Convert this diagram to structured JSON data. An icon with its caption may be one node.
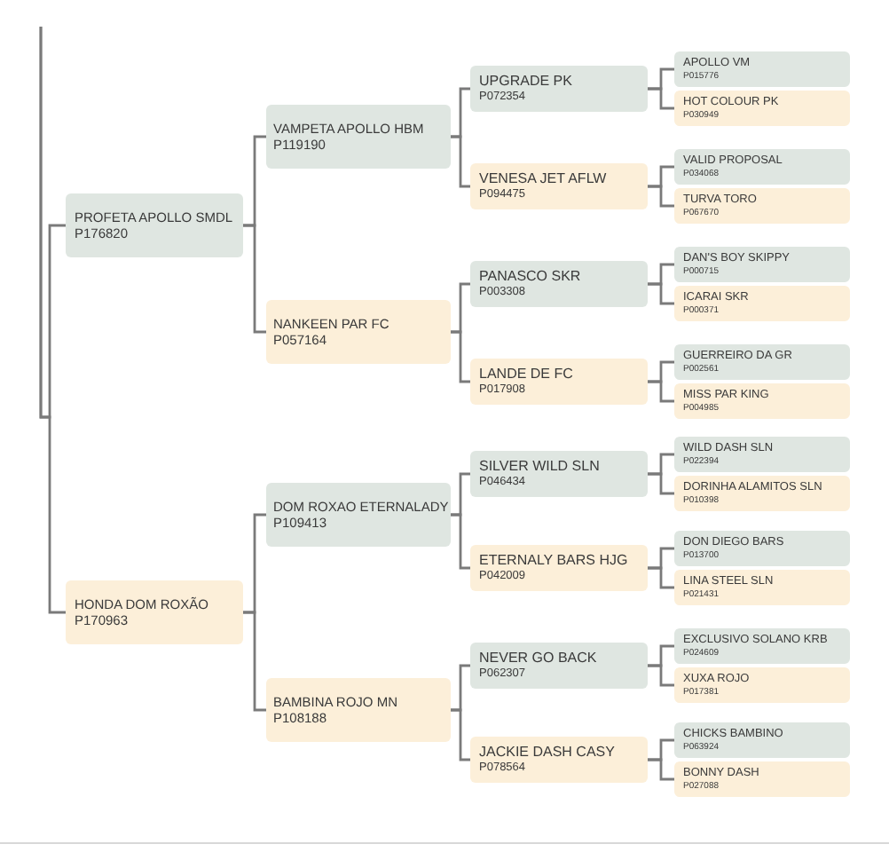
{
  "diagram": {
    "nodes": [
      {
        "text": [
          "PROFETA APOLLO SMDL",
          "P176820"
        ]
      },
      {
        "text": [
          "VAMPETA APOLLO HBM",
          "P119190"
        ]
      },
      {
        "text": [
          "UPGRADE PK",
          "P072354"
        ]
      },
      {
        "text": [
          "APOLLO VM",
          "P015776"
        ]
      },
      {
        "text": [
          "HOT COLOUR PK",
          "P030949"
        ]
      },
      {
        "text": [
          "VENESA JET AFLW",
          "P094475"
        ]
      },
      {
        "text": [
          "VALID PROPOSAL",
          "P034068"
        ]
      },
      {
        "text": [
          "TURVA TORO",
          "P067670"
        ]
      },
      {
        "text": [
          "NANKEEN PAR FC",
          "P057164"
        ]
      },
      {
        "text": [
          "PANASCO SKR",
          "P003308"
        ]
      },
      {
        "text": [
          "DAN'S BOY SKIPPY",
          "P000715"
        ]
      },
      {
        "text": [
          "ICARAI SKR",
          "P000371"
        ]
      },
      {
        "text": [
          "LANDE DE FC",
          "P017908"
        ]
      },
      {
        "text": [
          "GUERREIRO DA GR",
          "P002561"
        ]
      },
      {
        "text": [
          "MISS PAR KING",
          "P004985"
        ]
      },
      {
        "text": [
          "HONDA DOM ROXÃO",
          "P170963"
        ]
      },
      {
        "text": [
          "DOM ROXAO ETERNALADY",
          "P109413"
        ]
      },
      {
        "text": [
          "SILVER WILD SLN",
          "P046434"
        ]
      },
      {
        "text": [
          "WILD DASH SLN",
          "P022394"
        ]
      },
      {
        "text": [
          "DORINHA ALAMITOS SLN",
          "P010398"
        ]
      },
      {
        "text": [
          "ETERNALY BARS HJG",
          "P042009"
        ]
      },
      {
        "text": [
          "DON DIEGO BARS",
          "P013700"
        ]
      },
      {
        "text": [
          "LINA STEEL SLN",
          "P021431"
        ]
      },
      {
        "text": [
          "BAMBINA ROJO MN",
          "P108188"
        ]
      },
      {
        "text": [
          "NEVER GO BACK",
          "P062307"
        ]
      },
      {
        "text": [
          "EXCLUSIVO SOLANO KRB",
          "P024609"
        ]
      },
      {
        "text": [
          "XUXA ROJO",
          "P017381"
        ]
      },
      {
        "text": [
          "JACKIE DASH CASY",
          "P078564"
        ]
      },
      {
        "text": [
          "CHICKS BAMBINO",
          "P063924"
        ]
      },
      {
        "text": [
          "BONNY DASH",
          "P027088"
        ]
      }
    ],
    "edges": [
      {
        "from": null,
        "to": 0,
        "arrow": "none"
      },
      {
        "from": null,
        "to": 15,
        "arrow": "none"
      },
      {
        "from": 0,
        "to": 1,
        "arrow": "none"
      },
      {
        "from": 0,
        "to": 8,
        "arrow": "none"
      },
      {
        "from": 1,
        "to": 2,
        "arrow": "none"
      },
      {
        "from": 1,
        "to": 5,
        "arrow": "none"
      },
      {
        "from": 2,
        "to": 3,
        "arrow": "none"
      },
      {
        "from": 2,
        "to": 4,
        "arrow": "none"
      },
      {
        "from": 5,
        "to": 6,
        "arrow": "none"
      },
      {
        "from": 5,
        "to": 7,
        "arrow": "none"
      },
      {
        "from": 8,
        "to": 9,
        "arrow": "none"
      },
      {
        "from": 8,
        "to": 12,
        "arrow": "none"
      },
      {
        "from": 9,
        "to": 10,
        "arrow": "none"
      },
      {
        "from": 9,
        "to": 11,
        "arrow": "none"
      },
      {
        "from": 12,
        "to": 13,
        "arrow": "none"
      },
      {
        "from": 12,
        "to": 14,
        "arrow": "none"
      },
      {
        "from": 15,
        "to": 16,
        "arrow": "none"
      },
      {
        "from": 15,
        "to": 23,
        "arrow": "none"
      },
      {
        "from": 16,
        "to": 17,
        "arrow": "none"
      },
      {
        "from": 16,
        "to": 20,
        "arrow": "none"
      },
      {
        "from": 17,
        "to": 18,
        "arrow": "none"
      },
      {
        "from": 17,
        "to": 19,
        "arrow": "none"
      },
      {
        "from": 20,
        "to": 21,
        "arrow": "none"
      },
      {
        "from": 20,
        "to": 22,
        "arrow": "none"
      },
      {
        "from": 23,
        "to": 24,
        "arrow": "none"
      },
      {
        "from": 23,
        "to": 27,
        "arrow": "none"
      },
      {
        "from": 24,
        "to": 25,
        "arrow": "none"
      },
      {
        "from": 24,
        "to": 26,
        "arrow": "none"
      },
      {
        "from": 27,
        "to": 28,
        "arrow": "none"
      },
      {
        "from": 27,
        "to": 29,
        "arrow": "none"
      }
    ]
  }
}
